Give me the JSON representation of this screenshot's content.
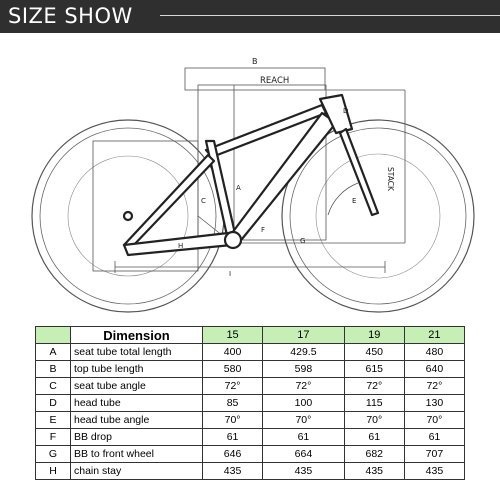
{
  "header": {
    "title": "SIZE SHOW"
  },
  "diagram": {
    "labels": {
      "reach": "REACH",
      "stack": "STACK",
      "a": "A",
      "b": "B",
      "c": "C",
      "d": "D",
      "e": "E",
      "f": "F",
      "g": "G",
      "h": "H",
      "i": "I"
    }
  },
  "table": {
    "header": {
      "dimension": "Dimension",
      "sizes": [
        "15",
        "17",
        "19",
        "21"
      ]
    },
    "rows": [
      {
        "code": "A",
        "name": "seat tube total length",
        "values": [
          "400",
          "429.5",
          "450",
          "480"
        ]
      },
      {
        "code": "B",
        "name": "top tube length",
        "values": [
          "580",
          "598",
          "615",
          "640"
        ]
      },
      {
        "code": "C",
        "name": "seat tube angle",
        "values": [
          "72°",
          "72°",
          "72°",
          "72°"
        ]
      },
      {
        "code": "D",
        "name": "head tube",
        "values": [
          "85",
          "100",
          "115",
          "130"
        ]
      },
      {
        "code": "E",
        "name": "head tube angle",
        "values": [
          "70°",
          "70°",
          "70°",
          "70°"
        ]
      },
      {
        "code": "F",
        "name": "BB drop",
        "values": [
          "61",
          "61",
          "61",
          "61"
        ]
      },
      {
        "code": "G",
        "name": "BB to front wheel",
        "values": [
          "646",
          "664",
          "682",
          "707"
        ]
      },
      {
        "code": "H",
        "name": "chain stay",
        "values": [
          "435",
          "435",
          "435",
          "435"
        ]
      }
    ]
  },
  "colors": {
    "header_bg": "#2f2f2f",
    "size_header_bg": "#c6efb5"
  }
}
